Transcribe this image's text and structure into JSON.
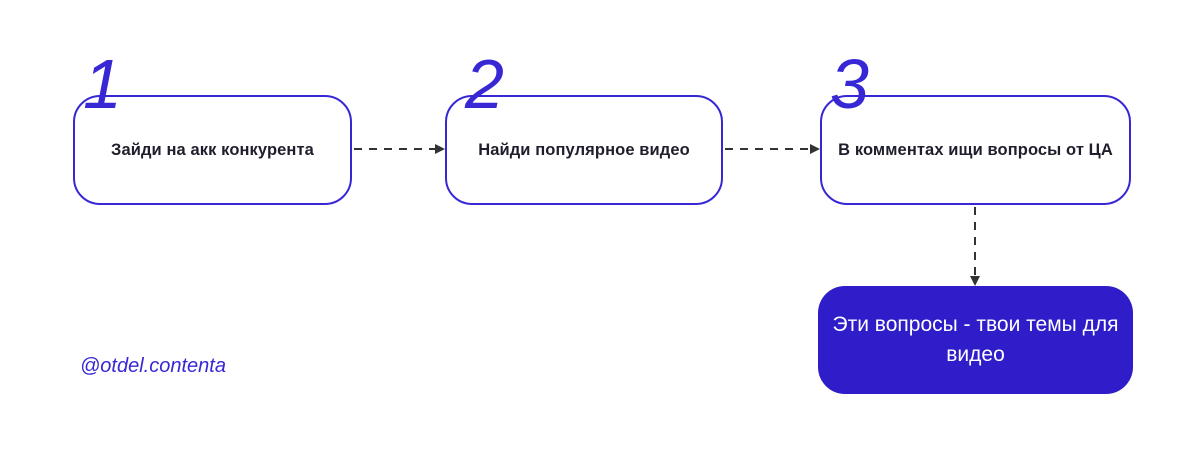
{
  "diagram": {
    "steps": [
      {
        "number": "1",
        "label": "Зайди на акк конкурента"
      },
      {
        "number": "2",
        "label": "Найди популярное видео"
      },
      {
        "number": "3",
        "label": "В комментах ищи вопросы от ЦА"
      }
    ],
    "result_label": "Эти вопросы - твои темы для видео",
    "watermark": "@otdel.contenta"
  },
  "colors": {
    "accent": "#3727d5",
    "result_fill": "#2e1dc8",
    "arrow": "#333333",
    "step_text": "#1e1e2c",
    "result_text": "#ffffff"
  }
}
